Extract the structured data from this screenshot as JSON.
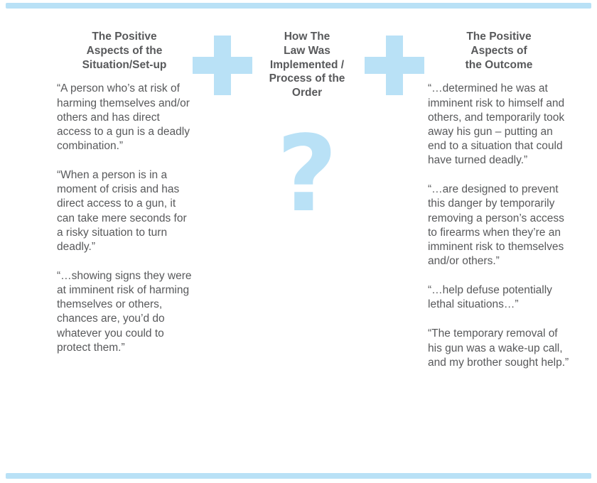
{
  "palette": {
    "accent": "#B9E1F6",
    "text": "#58595B"
  },
  "columns": {
    "situation": {
      "title": "The Positive\nAspects of the\nSituation/Set-up",
      "quotes": [
        "“A person who’s at risk of harming themselves and/or others and has direct access to a gun is a deadly combination.”",
        "“When a person is in a moment of crisis and has direct access to a gun, it can take mere seconds for a risky situation to turn deadly.”",
        "“…showing signs they were at imminent risk of harming themselves or others, chances are, you’d do whatever you could to protect them.”"
      ]
    },
    "process": {
      "title": "How The\nLaw Was\nImplemented /\nProcess of the\nOrder",
      "symbol": "?"
    },
    "outcome": {
      "title": "The Positive\nAspects of\nthe Outcome",
      "quotes": [
        "“…determined he was at imminent risk to himself and others, and temporarily took away his gun – putting an end to a situation that could have turned deadly.”",
        "“…are designed to prevent this danger by temporarily removing a person’s access to firearms when they’re an imminent risk to themselves and/or others.”",
        "“…help defuse potentially lethal situations…”",
        "“The temporary removal of his gun was a wake-up call, and my brother sought help.”"
      ]
    }
  }
}
